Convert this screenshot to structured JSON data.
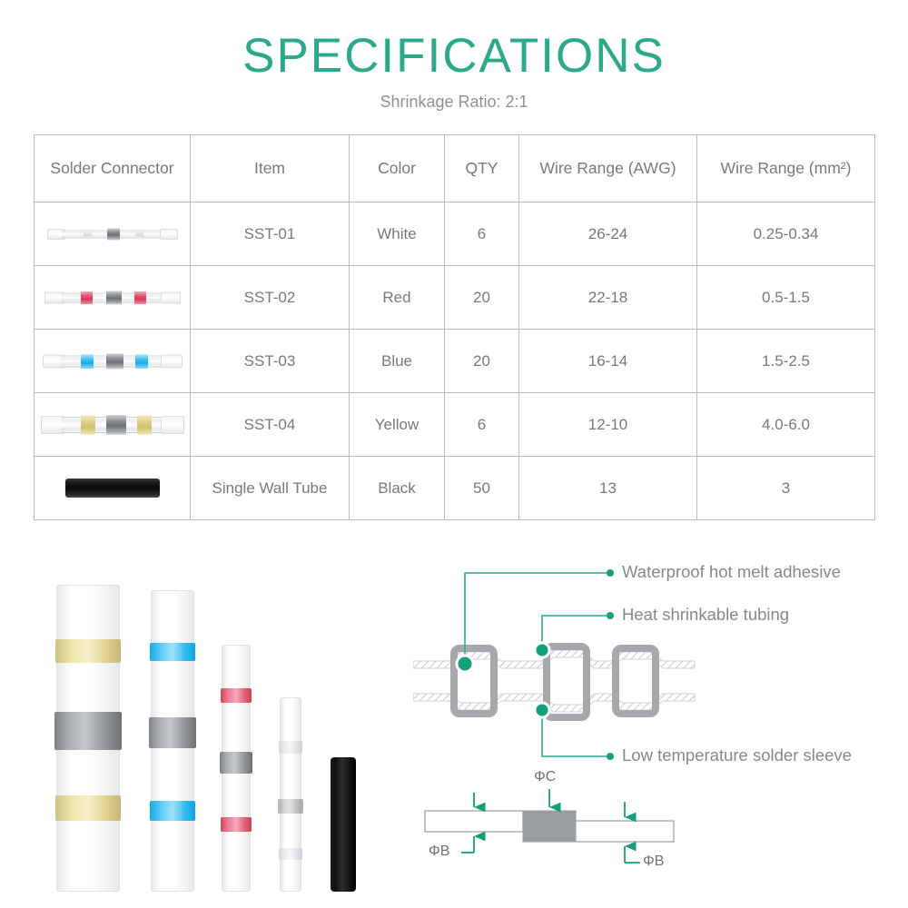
{
  "header": {
    "title": "SPECIFICATIONS",
    "subtitle": "Shrinkage Ratio: 2:1",
    "title_color": "#2aa98b",
    "subtitle_color": "#8d9295"
  },
  "table": {
    "columns": [
      "Solder Connector",
      "Item",
      "Color",
      "QTY",
      "Wire Range (AWG)",
      "Wire Range (mm²)"
    ],
    "rows": [
      {
        "connector_icon": "solder-connector-white",
        "item": "SST-01",
        "color": "White",
        "qty": "6",
        "awg": "26-24",
        "mm2": "0.25-0.34",
        "band_color": "#e2e5e8"
      },
      {
        "connector_icon": "solder-connector-red",
        "item": "SST-02",
        "color": "Red",
        "qty": "20",
        "awg": "22-18",
        "mm2": "0.5-1.5",
        "band_color": "#e8556f"
      },
      {
        "connector_icon": "solder-connector-blue",
        "item": "SST-03",
        "color": "Blue",
        "qty": "20",
        "awg": "16-14",
        "mm2": "1.5-2.5",
        "band_color": "#19aee8"
      },
      {
        "connector_icon": "solder-connector-yellow",
        "item": "SST-04",
        "color": "Yellow",
        "qty": "6",
        "awg": "12-10",
        "mm2": "4.0-6.0",
        "band_color": "#ded08a"
      },
      {
        "connector_icon": "single-wall-tube-black",
        "item": "Single Wall Tube",
        "color": "Black",
        "qty": "50",
        "awg": "13",
        "mm2": "3",
        "band_color": "#111111"
      }
    ]
  },
  "products": {
    "items": [
      {
        "name": "yellow-connector-photo",
        "color": "Yellow"
      },
      {
        "name": "blue-connector-photo",
        "color": "Blue"
      },
      {
        "name": "red-connector-photo",
        "color": "Red"
      },
      {
        "name": "white-connector-photo",
        "color": "White"
      },
      {
        "name": "black-tube-photo",
        "color": "Black"
      }
    ]
  },
  "callouts": {
    "accent_color": "#2aa98b",
    "items": [
      {
        "label": "Waterproof hot melt adhesive"
      },
      {
        "label": "Heat shrinkable tubing"
      },
      {
        "label": "Low temperature solder sleeve"
      }
    ]
  },
  "dimensions": {
    "accent_color": "#169e78",
    "labels": [
      {
        "text": "ΦC"
      },
      {
        "text": "ΦB"
      },
      {
        "text": "ΦB"
      }
    ]
  }
}
